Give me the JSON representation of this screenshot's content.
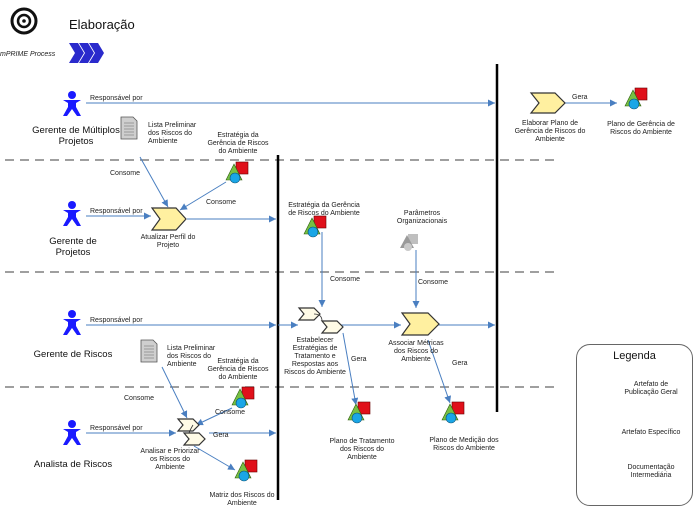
{
  "header": {
    "title": "Elaboração",
    "subtitle": "mPRIME Process"
  },
  "roles": {
    "gerente_multiplos": "Gerente de Múltiplos Projetos",
    "gerente_projetos": "Gerente de Projetos",
    "gerente_riscos": "Gerente de Riscos",
    "analista_riscos": "Analista de Riscos"
  },
  "activities": {
    "elaborar_plano": "Elaborar Plano de Gerência de Riscos do Ambiente",
    "atualizar_perfil": "Atualizar Perfil do Projeto",
    "estabelecer": "Estabelecer Estratégias de Tratamento e Respostas aos Riscos do Ambiente",
    "associar": "Associar Métricas dos Riscos do Ambiente",
    "analisar": "Analisar e Priorizar os Riscos do Ambiente"
  },
  "artifacts": {
    "plano_gerencia": "Plano de Gerência de Riscos do Ambiente",
    "lista_preliminar_1": "Lista Preliminar dos Riscos do Ambiente",
    "estrategia_1": "Estratégia da Gerência de Riscos do Ambiente",
    "estrategia_2": "Estratégia da Gerência de Riscos do Ambiente",
    "parametros": "Parâmetros Organizacionais",
    "lista_preliminar_2": "Lista Preliminar dos Riscos do Ambiente",
    "estrategia_3": "Estratégia da Gerência de Riscos do Ambiente",
    "plano_tratamento": "Plano de Tratamento dos Riscos do Ambiente",
    "plano_medicao": "Plano de Medição dos Riscos do Ambiente",
    "matriz": "Matriz dos Riscos do Ambiente"
  },
  "edges": {
    "responsavel": "Responsável por",
    "gera": "Gera",
    "consome": "Consome"
  },
  "legend": {
    "title": "Legenda",
    "publicacao": "Artefato de Publicação Geral",
    "especifico": "Artefato Específico",
    "documentacao": "Documentação Intermediária"
  },
  "colors": {
    "arrow": "#4a7fc1",
    "actor": "#1a1aff",
    "activity": "#fff0a0",
    "green": "#77c043",
    "red": "#e0101a",
    "blue": "#1aa6e6"
  }
}
